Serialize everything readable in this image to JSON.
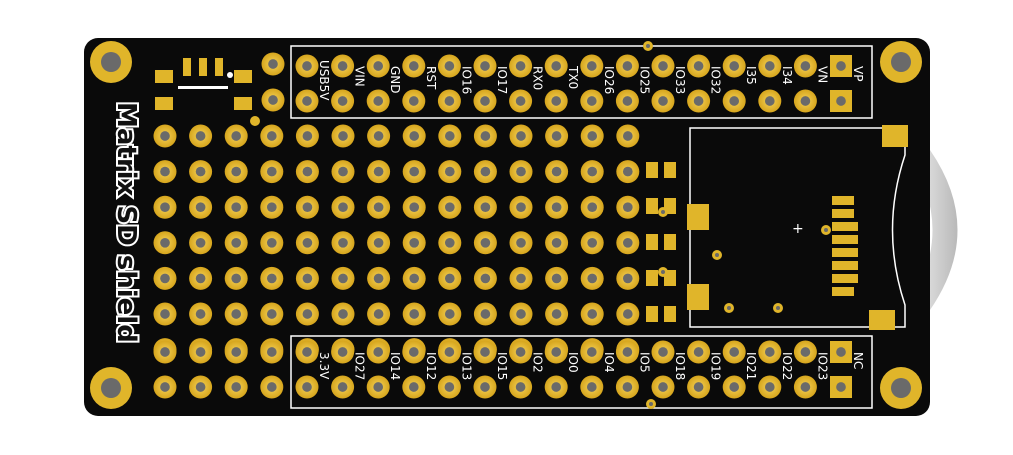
{
  "board": {
    "title": "Matrix SD shield",
    "colors": {
      "pcb": "#0a0a0a",
      "gold": "#e0b52a",
      "gold_dark": "#b8901a",
      "hole": "#6a6a6a",
      "silkscreen": "#ffffff",
      "sd_slot_gray": "#d8d8d8"
    },
    "top_header_labels": [
      "USB5V",
      "VIN",
      "GND",
      "RST",
      "IO16",
      "IO17",
      "RX0",
      "TX0",
      "IO26",
      "IO25",
      "IO33",
      "IO32",
      "I35",
      "I34",
      "VN",
      "VP"
    ],
    "bottom_header_labels": [
      "3.3V",
      "IO27",
      "IO14",
      "IO12",
      "IO13",
      "IO15",
      "IO2",
      "IO0",
      "IO4",
      "IO5",
      "IO18",
      "IO19",
      "IO21",
      "IO22",
      "IO23",
      "NC"
    ],
    "sd_slot_mark": "+"
  }
}
